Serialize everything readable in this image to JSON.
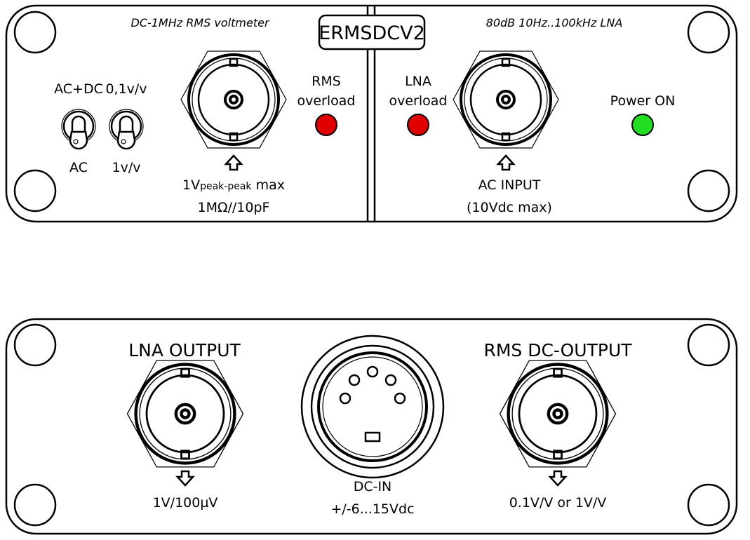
{
  "front_panel": {
    "left_title": "DC-1MHz RMS voltmeter",
    "right_title": "80dB 10Hz..100kHz LNA",
    "model_badge": "ERMSDCV2",
    "switch_coupling": {
      "top": "AC+DC",
      "bottom": "AC"
    },
    "switch_gain": {
      "top": "0,1v/v",
      "bottom": "1v/v"
    },
    "rms_input": {
      "line1_main": "1V",
      "line1_sub": "peak-peak",
      "line1_end": "max",
      "line2": "1MΩ//10pF"
    },
    "rms_overload": {
      "line1": "RMS",
      "line2": "overload",
      "color": "#e00000"
    },
    "lna_overload": {
      "line1": "LNA",
      "line2": "overload",
      "color": "#e00000"
    },
    "ac_input": {
      "line1": "AC INPUT",
      "line2": "(10Vdc max)"
    },
    "power_on": {
      "label": "Power ON",
      "color": "#22dd22"
    }
  },
  "back_panel": {
    "lna_output": {
      "title": "LNA OUTPUT",
      "note": "1V/100µV"
    },
    "dc_in": {
      "line1": "DC-IN",
      "line2": "+/-6...15Vdc"
    },
    "rms_output": {
      "title": "RMS DC-OUTPUT",
      "note": "0.1V/V or 1V/V"
    }
  }
}
